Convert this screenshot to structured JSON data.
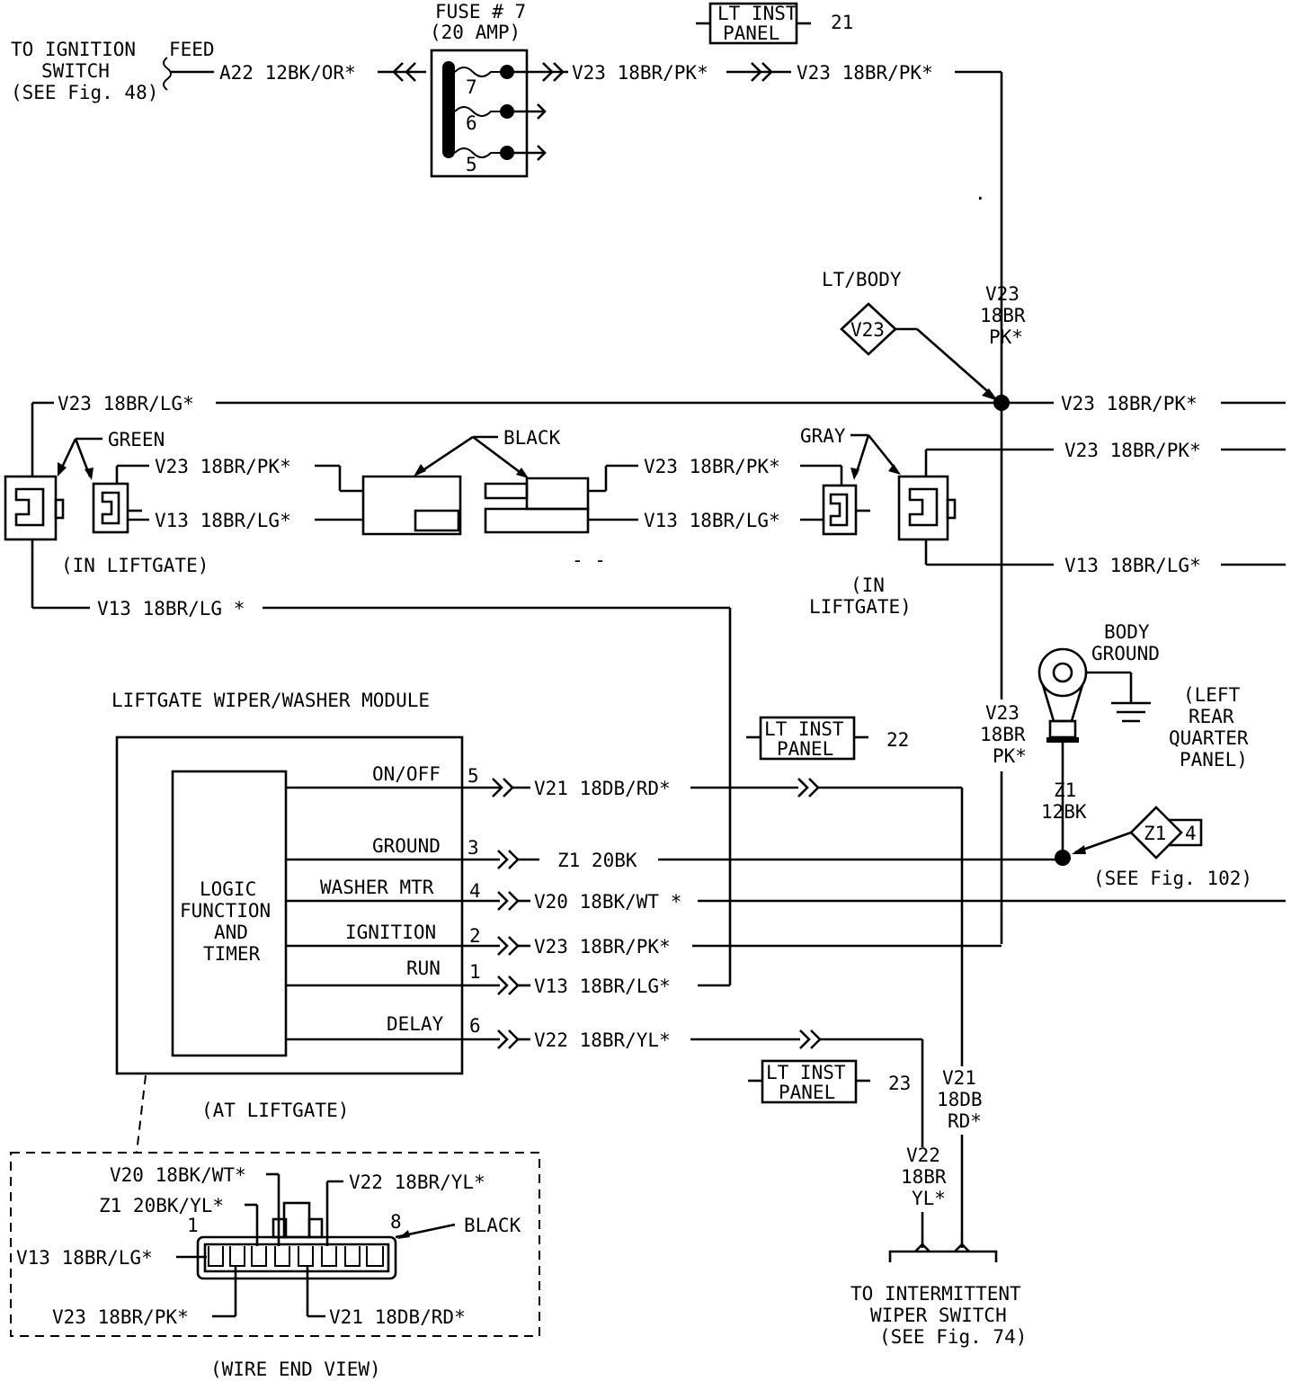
{
  "top": {
    "ignition_line1": "TO IGNITION",
    "ignition_line2": "SWITCH",
    "ignition_line3": "(SEE Fig. 48)",
    "feed_label": "FEED",
    "a22_label": "A22 12BK/OR*",
    "v23_label": "V23 18BR/PK*"
  },
  "fuse": {
    "title": "FUSE # 7",
    "rating": "(20 AMP)",
    "num7": "7",
    "num6": "6",
    "num5": "5"
  },
  "inst_panels": [
    {
      "line1": "LT INST",
      "line2": "PANEL",
      "num": "21"
    },
    {
      "line1": "LT INST",
      "line2": "PANEL",
      "num": "22"
    },
    {
      "line1": "LT INST",
      "line2": "PANEL",
      "num": "23"
    }
  ],
  "trunk": {
    "upper_line1": "V23",
    "upper_line2": "18BR",
    "upper_line3": "PK*",
    "lower_line1": "V23",
    "lower_line2": "18BR",
    "lower_line3": "PK*",
    "stray_mark": "."
  },
  "splice": {
    "lt_body_label": "LT/BODY",
    "code": "V23"
  },
  "liftgate": {
    "v23_lg": "V23 18BR/LG*",
    "v13_lg_lower": "V13 18BR/LG *",
    "v23_pk": "V23 18BR/PK*",
    "v13_lg": "V13 18BR/LG*",
    "green": "GREEN",
    "black": "BLACK",
    "gray": "GRAY",
    "in_liftgate": "(IN LIFTGATE)",
    "in_line1": "(IN",
    "in_line2": "LIFTGATE)",
    "stray_dots": "- -"
  },
  "right": {
    "v23_pk": "V23 18BR/PK*",
    "v13_lg": "V13 18BR/LG*"
  },
  "ground": {
    "line1": "BODY",
    "line2": "GROUND",
    "loc1": "(LEFT",
    "loc2": "REAR",
    "loc3": "QUARTER",
    "loc4": "PANEL)",
    "z1_line1": "Z1",
    "z1_line2": "12BK",
    "splice_code": "Z1",
    "splice_num": "4",
    "see_fig": "(SEE Fig. 102)"
  },
  "module": {
    "title": "LIFTGATE WIPER/WASHER MODULE",
    "logic1": "LOGIC",
    "logic2": "FUNCTION",
    "logic3": "AND",
    "logic4": "TIMER",
    "location": "(AT LIFTGATE)",
    "pins": [
      {
        "label": "ON/OFF",
        "num": "5",
        "wire": "V21 18DB/RD*"
      },
      {
        "label": "GROUND",
        "num": "3",
        "wire": "Z1 20BK"
      },
      {
        "label": "WASHER MTR",
        "num": "4",
        "wire": "V20 18BK/WT *"
      },
      {
        "label": "IGNITION",
        "num": "2",
        "wire": "V23 18BR/PK*"
      },
      {
        "label": "RUN",
        "num": "1",
        "wire": "V13 18BR/LG*"
      },
      {
        "label": "DELAY",
        "num": "6",
        "wire": "V22 18BR/YL*"
      }
    ]
  },
  "switch": {
    "v21_line1": "V21",
    "v21_line2": "18DB",
    "v21_line3": "RD*",
    "v22_line1": "V22",
    "v22_line2": "18BR",
    "v22_line3": "YL*",
    "line1": "TO INTERMITTENT",
    "line2": "WIPER SWITCH",
    "line3": "(SEE Fig. 74)"
  },
  "end_view": {
    "v20": "V20 18BK/WT*",
    "v22": "V22 18BR/YL*",
    "z1": "Z1 20BK/YL*",
    "v13": "V13 18BR/LG*",
    "v23": "V23 18BR/PK*",
    "v21": "V21 18DB/RD*",
    "black": "BLACK",
    "pin_first": "1",
    "pin_last": "8",
    "caption": "(WIRE END VIEW)"
  }
}
